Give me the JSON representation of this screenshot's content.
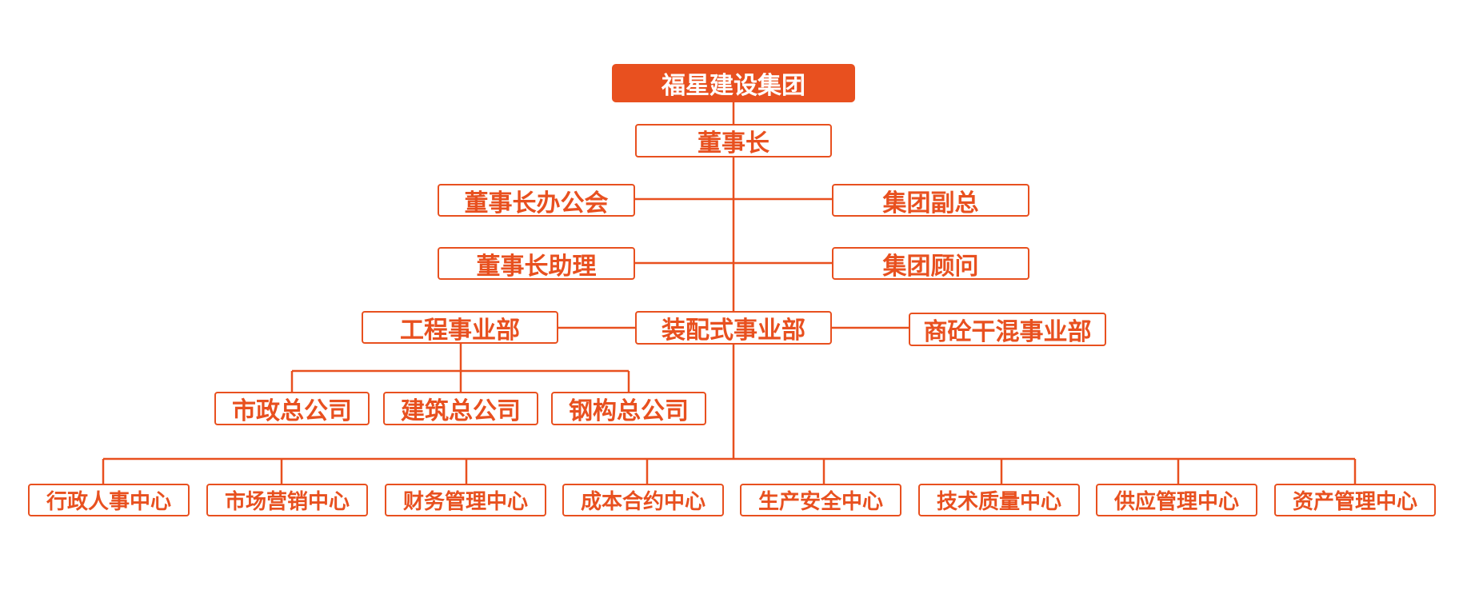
{
  "theme": {
    "accent": "#e8501f",
    "background": "#ffffff"
  },
  "org": {
    "group": "福星建设集团",
    "chairman": "董事长",
    "chairman_office": "董事长办公会",
    "vice_president": "集团副总",
    "chairman_assistant": "董事长助理",
    "consultant": "集团顾问",
    "divisions": {
      "engineering": "工程事业部",
      "prefab": "装配式事业部",
      "concrete": "商砼干混事业部"
    },
    "companies": [
      "市政总公司",
      "建筑总公司",
      "钢构总公司"
    ],
    "centers": [
      "行政人事中心",
      "市场营销中心",
      "财务管理中心",
      "成本合约中心",
      "生产安全中心",
      "技术质量中心",
      "供应管理中心",
      "资产管理中心"
    ]
  }
}
